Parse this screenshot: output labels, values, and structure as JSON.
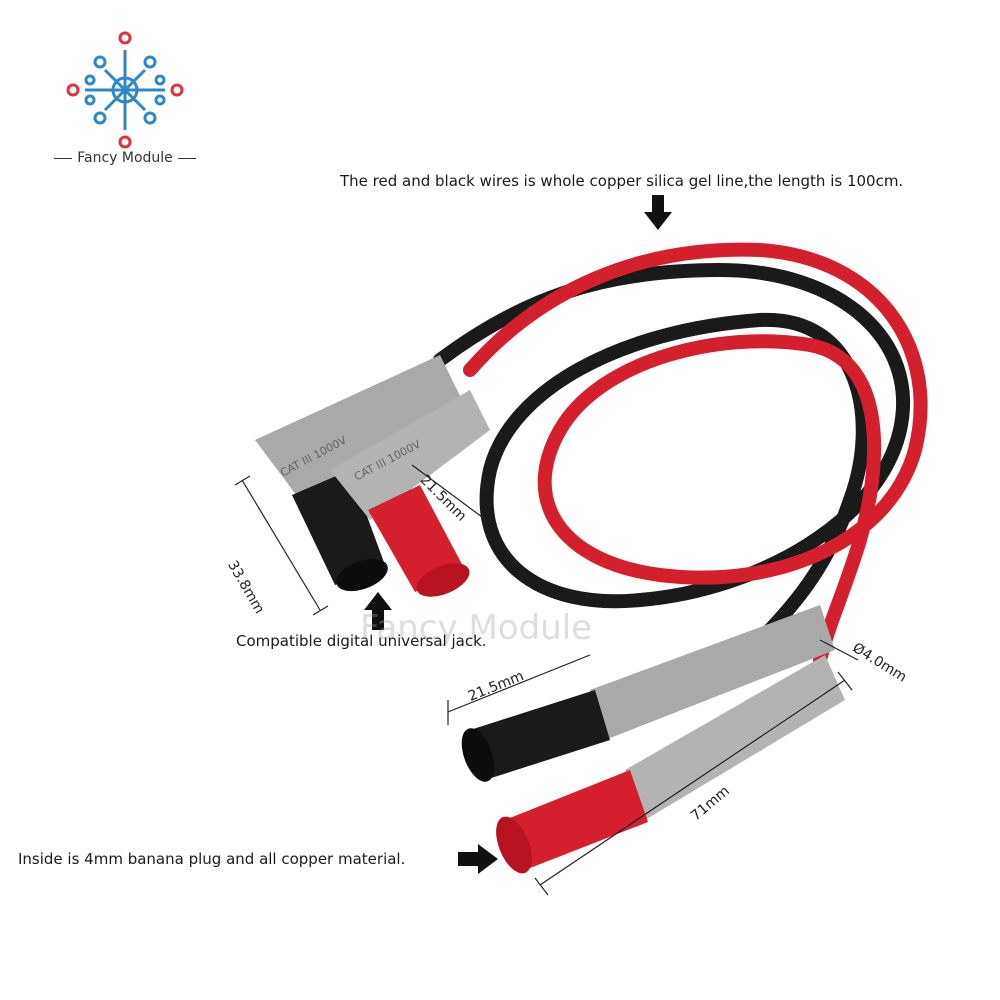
{
  "brand": {
    "name": "Fancy Module"
  },
  "annotations": {
    "wire_note": "The red and black wires is whole copper silica gel line,the length is 100cm.",
    "jack_note": "Compatible digital universal jack.",
    "plug_note": "Inside is 4mm banana plug and all copper material."
  },
  "dimensions": {
    "angled_height": "33.8mm",
    "angled_tip": "21.5mm",
    "straight_tip": "21.5mm",
    "straight_body": "71mm",
    "wire_diameter": "Ø4.0mm"
  },
  "plug_markings": {
    "left": "CAT III 1000V",
    "right": "CAT III 1000V"
  },
  "watermark": "Fancy Module",
  "colors": {
    "red": "#d4202c",
    "black": "#1a1a1a",
    "grey": "#a9a9a9",
    "logo_red": "#e0323c",
    "logo_blue": "#2f86c8"
  }
}
